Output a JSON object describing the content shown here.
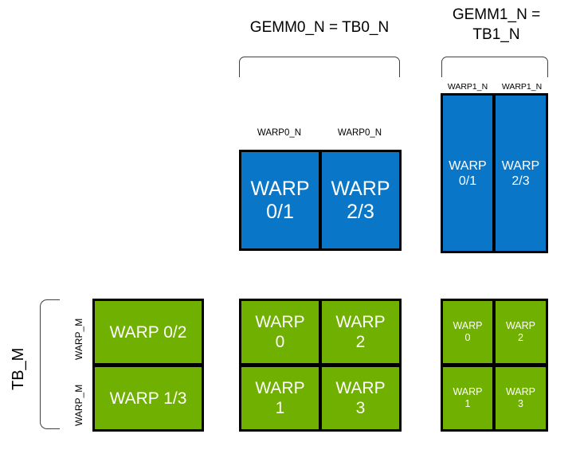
{
  "diagram": {
    "title_gemm0": "GEMM0_N = TB0_N",
    "title_gemm1_line1": "GEMM1_N =",
    "title_gemm1_line2": "TB1_N",
    "label_tb_m": "TB_M",
    "label_warp_m": "WARP_M",
    "label_warp0_n": "WARP0_N",
    "label_warp1_n": "WARP1_N",
    "colors": {
      "blue": "#0A76C8",
      "green": "#70B000",
      "border": "#000000",
      "bracket": "#404040",
      "background": "#FFFFFF"
    },
    "blue_group_middle": {
      "column_labels": [
        "WARP0_N",
        "WARP0_N"
      ],
      "cells": [
        "WARP\n0/1",
        "WARP\n2/3"
      ]
    },
    "blue_group_right": {
      "column_labels": [
        "WARP1_N",
        "WARP1_N"
      ],
      "cells": [
        "WARP\n0/1",
        "WARP\n2/3"
      ]
    },
    "green_group_left": {
      "row_labels": [
        "WARP_M",
        "WARP_M"
      ],
      "cells": [
        "WARP 0/2",
        "WARP 1/3"
      ]
    },
    "green_group_middle": {
      "cells": [
        [
          "WARP\n0",
          "WARP\n2"
        ],
        [
          "WARP\n1",
          "WARP\n3"
        ]
      ]
    },
    "green_group_right": {
      "cells": [
        [
          "WARP\n0",
          "WARP\n2"
        ],
        [
          "WARP\n1",
          "WARP\n3"
        ]
      ]
    }
  }
}
